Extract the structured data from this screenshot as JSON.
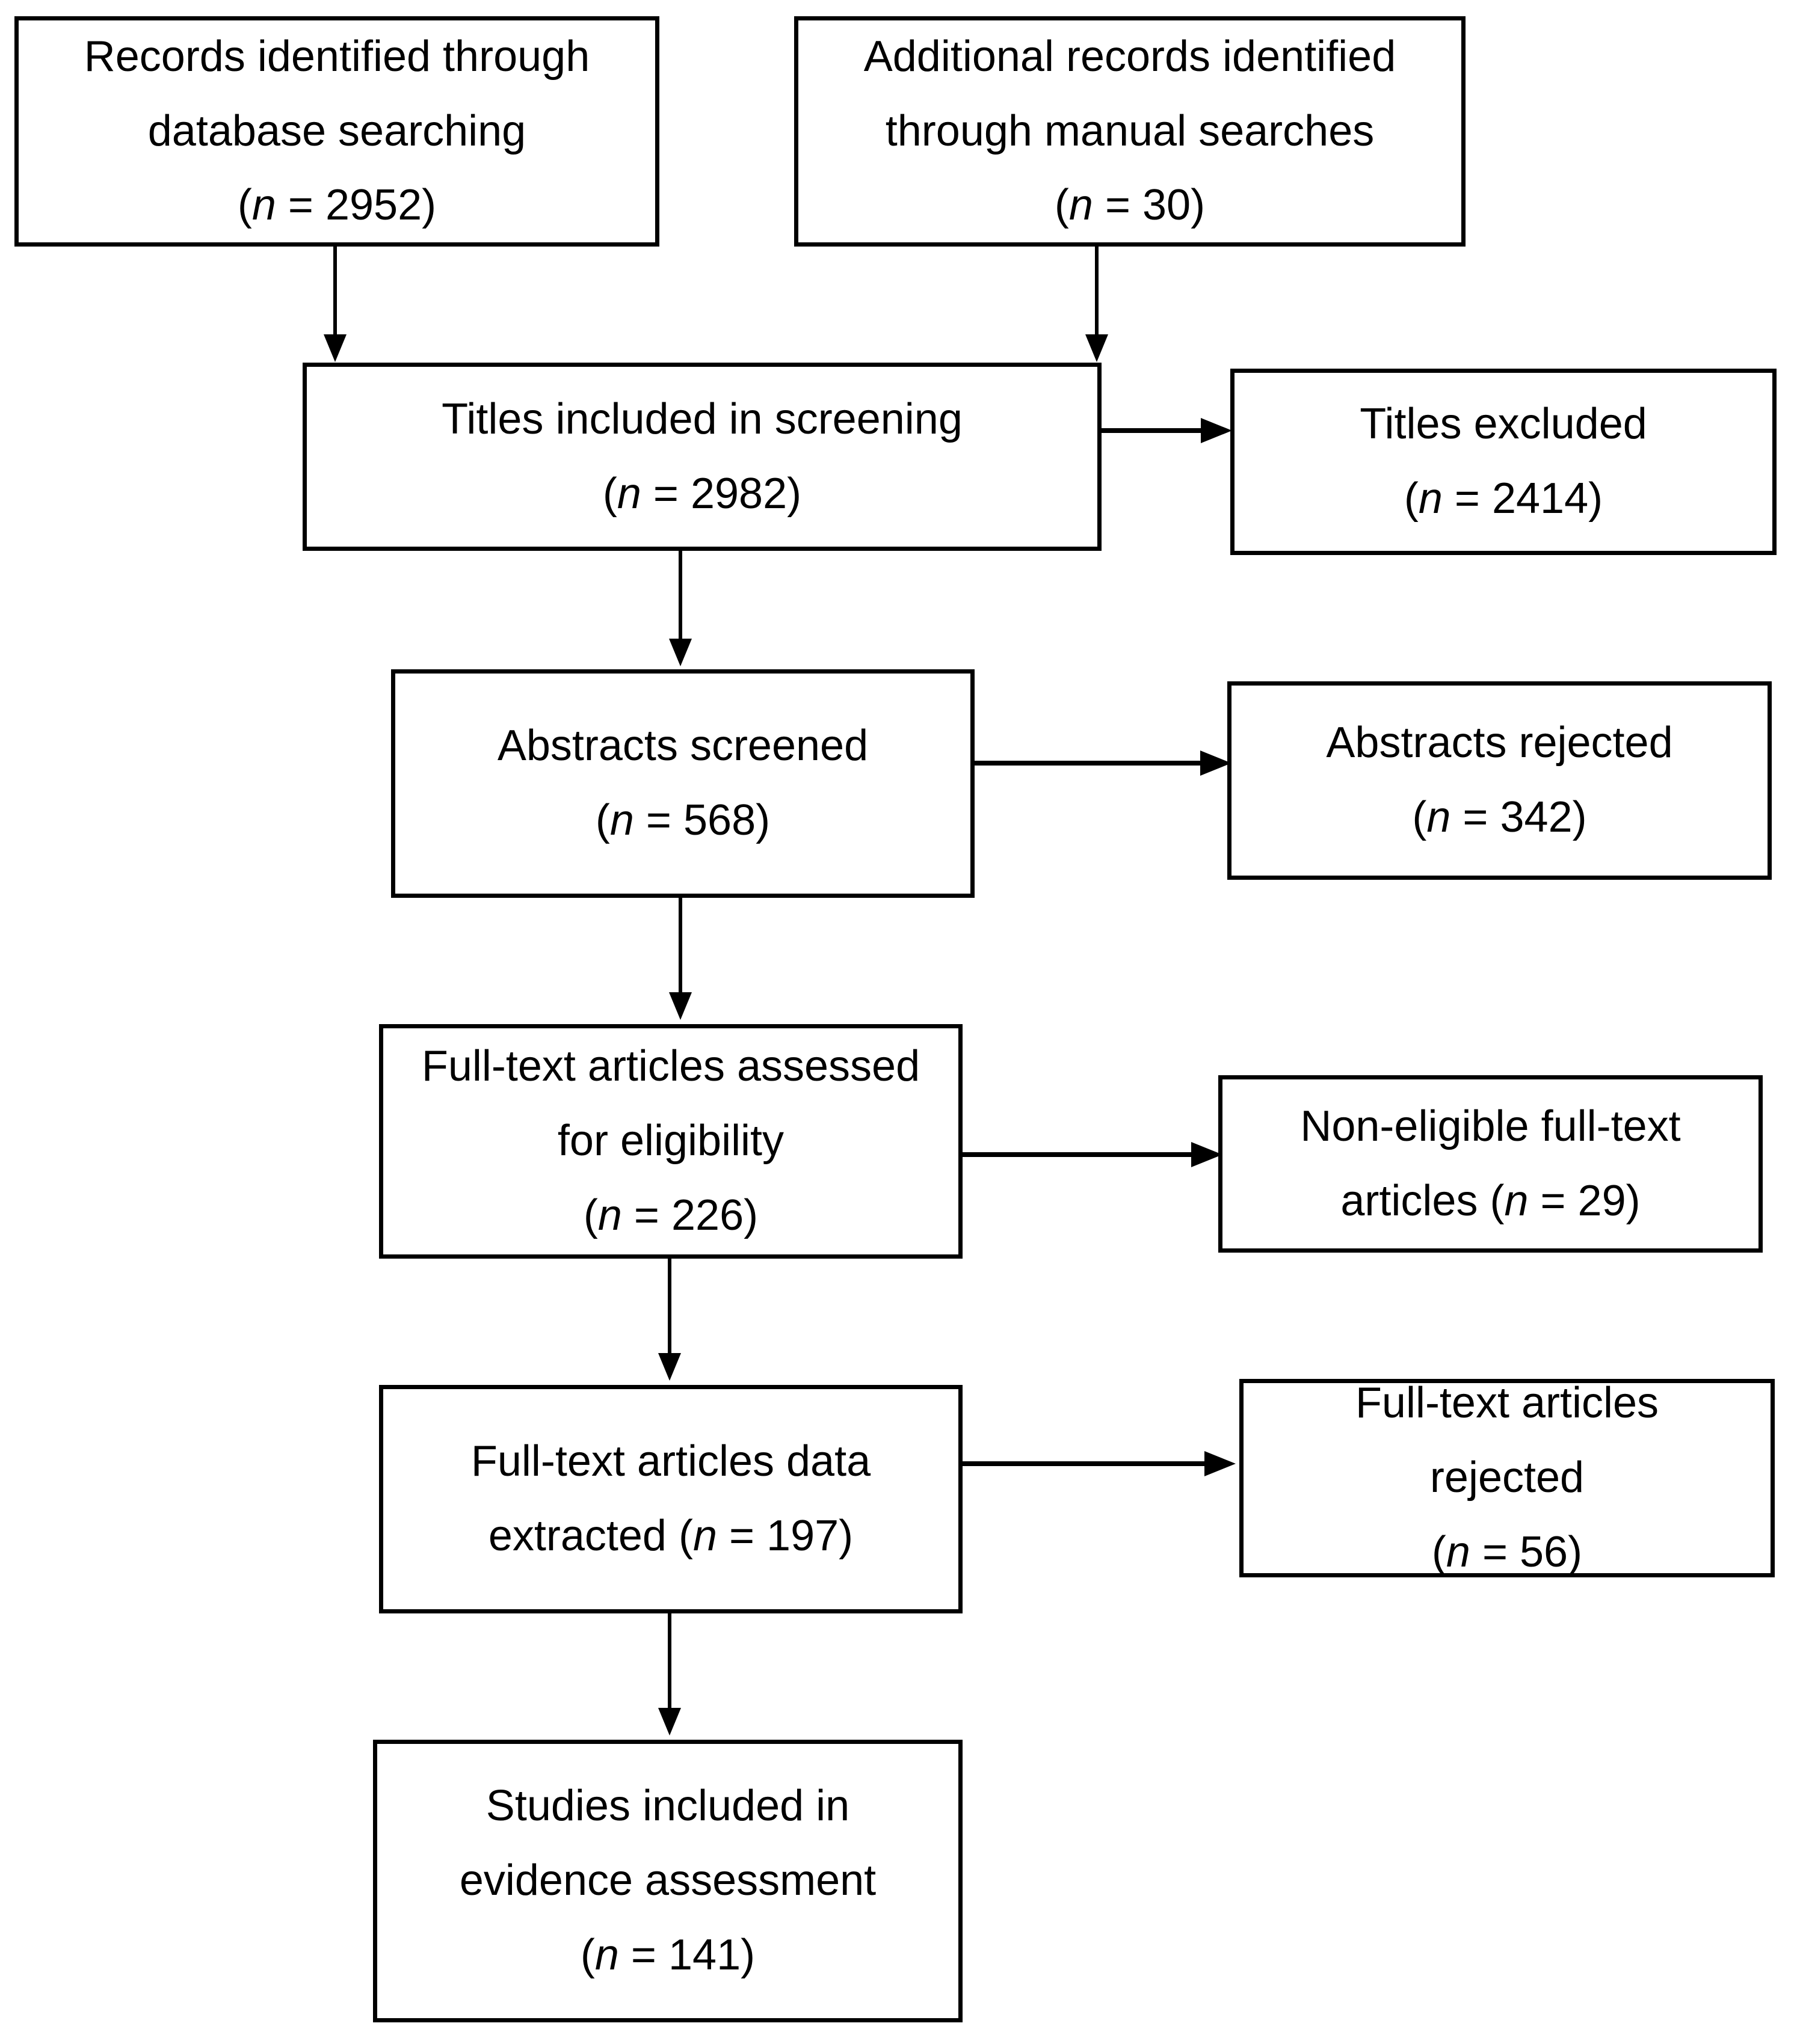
{
  "diagram": {
    "title": "PRISMA study selection flow diagram",
    "colors": {
      "stroke": "#000000",
      "background": "#ffffff",
      "text": "#000000"
    },
    "nodes": [
      {
        "id": "records-db",
        "lines": [
          "Records identified through",
          "database searching",
          "(n = 2952)"
        ],
        "label": "Records identified through database searching",
        "n": 2952
      },
      {
        "id": "records-manual",
        "lines": [
          "Additional records identified",
          "through manual searches",
          "(n = 30)"
        ],
        "label": "Additional records identified through manual searches",
        "n": 30
      },
      {
        "id": "titles-screened",
        "lines": [
          "Titles included in screening",
          "(n = 2982)"
        ],
        "label": "Titles included in screening",
        "n": 2982
      },
      {
        "id": "titles-excluded",
        "lines": [
          "Titles excluded",
          "(n = 2414)"
        ],
        "label": "Titles excluded",
        "n": 2414
      },
      {
        "id": "abstracts-screened",
        "lines": [
          "Abstracts screened",
          "(n = 568)"
        ],
        "label": "Abstracts screened",
        "n": 568
      },
      {
        "id": "abstracts-rejected",
        "lines": [
          "Abstracts rejected",
          "(n = 342)"
        ],
        "label": "Abstracts rejected",
        "n": 342
      },
      {
        "id": "fulltext-assessed",
        "lines": [
          "Full-text articles assessed",
          "for eligibility",
          "(n = 226)"
        ],
        "label": "Full-text articles assessed for eligibility",
        "n": 226
      },
      {
        "id": "fulltext-noneligible",
        "lines": [
          "Non-eligible full-text",
          "articles (n = 29)"
        ],
        "label": "Non-eligible full-text articles",
        "n": 29
      },
      {
        "id": "fulltext-extracted",
        "lines": [
          "Full-text articles data",
          "extracted (n = 197)"
        ],
        "label": "Full-text articles data extracted",
        "n": 197
      },
      {
        "id": "fulltext-rejected",
        "lines": [
          "Full-text articles",
          "rejected",
          "(n = 56)"
        ],
        "label": "Full-text articles rejected",
        "n": 56
      },
      {
        "id": "studies-included",
        "lines": [
          "Studies included in",
          "evidence assessment",
          "(n = 141)"
        ],
        "label": "Studies included in evidence assessment",
        "n": 141
      }
    ],
    "edges": [
      {
        "from": "records-db",
        "to": "titles-screened",
        "direction": "down"
      },
      {
        "from": "records-manual",
        "to": "titles-screened",
        "direction": "down"
      },
      {
        "from": "titles-screened",
        "to": "titles-excluded",
        "direction": "right"
      },
      {
        "from": "titles-screened",
        "to": "abstracts-screened",
        "direction": "down"
      },
      {
        "from": "abstracts-screened",
        "to": "abstracts-rejected",
        "direction": "right"
      },
      {
        "from": "abstracts-screened",
        "to": "fulltext-assessed",
        "direction": "down"
      },
      {
        "from": "fulltext-assessed",
        "to": "fulltext-noneligible",
        "direction": "right"
      },
      {
        "from": "fulltext-assessed",
        "to": "fulltext-extracted",
        "direction": "down"
      },
      {
        "from": "fulltext-extracted",
        "to": "fulltext-rejected",
        "direction": "right"
      },
      {
        "from": "fulltext-extracted",
        "to": "studies-included",
        "direction": "down"
      }
    ]
  },
  "text": {
    "records_db_l1": "Records identified through",
    "records_db_l2": "database searching",
    "records_db_l3a": "(",
    "records_db_n": "n",
    "records_db_l3b": " = 2952)",
    "records_manual_l1": "Additional records identified",
    "records_manual_l2": "through manual searches",
    "records_manual_n": "n",
    "records_manual_l3b": " = 30)",
    "titles_screened_l1": "Titles included in screening",
    "titles_screened_n": "n",
    "titles_screened_l2b": " = 2982)",
    "titles_excluded_l1": "Titles excluded",
    "titles_excluded_n": "n",
    "titles_excluded_l2b": " = 2414)",
    "abstracts_screened_l1": "Abstracts screened",
    "abstracts_screened_n": "n",
    "abstracts_screened_l2b": " = 568)",
    "abstracts_rejected_l1": "Abstracts rejected",
    "abstracts_rejected_n": "n",
    "abstracts_rejected_l2b": " = 342)",
    "fulltext_assessed_l1": "Full-text articles assessed",
    "fulltext_assessed_l2": "for eligibility",
    "fulltext_assessed_n": "n",
    "fulltext_assessed_l3b": " = 226)",
    "fulltext_noneli_l1": "Non-eligible full-text",
    "fulltext_noneli_l2a": "articles (",
    "fulltext_noneli_n": "n",
    "fulltext_noneli_l2b": " = 29)",
    "fulltext_extracted_l1": "Full-text articles data",
    "fulltext_extracted_l2a": "extracted (",
    "fulltext_extracted_n": "n",
    "fulltext_extracted_l2b": " = 197)",
    "fulltext_rejected_l1": "Full-text articles",
    "fulltext_rejected_l2": "rejected",
    "fulltext_rejected_n": "n",
    "fulltext_rejected_l3b": " = 56)",
    "studies_included_l1": "Studies included in",
    "studies_included_l2": "evidence assessment",
    "studies_included_n": "n",
    "studies_included_l3b": " = 141)",
    "paren_open": "("
  }
}
